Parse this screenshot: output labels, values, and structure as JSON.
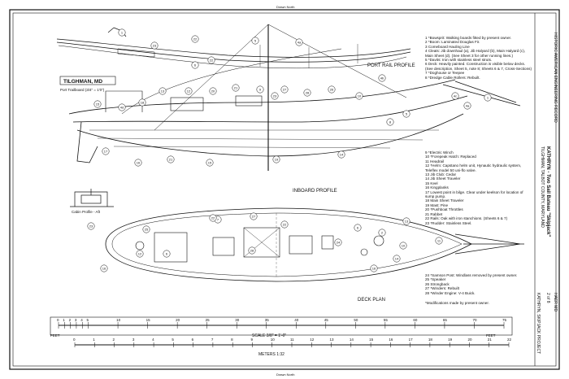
{
  "header": {
    "north_mark": "Drawn North",
    "south_mark": "Drawn North"
  },
  "titles": {
    "location": "TILGHMAN, MD",
    "trailboard": "Port Trailboard (3/4\" = 1'0\")",
    "port_rail": "PORT RAIL PROFILE",
    "inboard": "INBOARD PROFILE",
    "cabin": "Cabin Profile - Aft",
    "deck": "DECK PLAN"
  },
  "notes_group1": [
    "1  *Bowsprit: Walking boards fitted by present owner.",
    "2  *Boom: Laminated Douglas Fir.",
    "3  Comeboard Hauling Line",
    "4  Cleats: Jib downhaul (a), Jib Halyard (b), Main Halyard (c), Main Sheet (d). (See Sheet 3 for other running lines.)",
    "5  *Davits: Iron with stainless steel struts.",
    "6  Deck: Heavily painted. Construction is visible below decks. (See description, Sheet 5, note 8; Sheets 6 & 7, Cross-Sections)",
    "7  *Doghouse or Teepee",
    "8  *Dredge Cable Rollers: Rebuilt."
  ],
  "notes_group2": [
    "9  *Electric Winch",
    "10 *Forepeak Hatch: Replaced",
    "11  Headrail",
    "12 *Helm: Capstano helm unit, Hynautic hydraulic system, Teleflex model 50 uni-flo valve.",
    "13  Jib Club: Cedar",
    "14  Jib Sheet Traveler",
    "15  Keel",
    "16  Kingplanks",
    "17  Lowest point in bilge. Clear under keelson for location of sump pump.",
    "18  Main Sheet Traveler",
    "19  Mast: Pine",
    "20 *Pushboat Throttles",
    "21  Rabbet",
    "22  Rails: Oak with iron stanchions. (Sheets 6 & 7)",
    "23 *Rudder: Stainless Steel."
  ],
  "notes_group3": [
    "24 *Samson Post: Windlass removed by present owner.",
    "25 *Speaker",
    "26  Strongback",
    "27 *Winders: Rebuilt",
    "28 *Winder Engine: V-4 Buick."
  ],
  "notes_footer": "*Modifications made by present owner.",
  "scale": {
    "feet_label": "SCALE 3/8\" = 1'-0\"",
    "feet_word": "FEET",
    "meters_label": "METERS 1:32",
    "feet_ticks": [
      "0",
      "1",
      "2",
      "3",
      "4",
      "5",
      "10",
      "15",
      "20",
      "25",
      "30",
      "35",
      "40",
      "45",
      "50",
      "55",
      "60",
      "65",
      "70",
      "75"
    ],
    "meter_ticks": [
      "0",
      "1",
      "2",
      "3",
      "4",
      "5",
      "6",
      "7",
      "8",
      "9",
      "10",
      "11",
      "12",
      "13",
      "14",
      "15",
      "16",
      "17",
      "18",
      "19",
      "20",
      "21",
      "22"
    ]
  },
  "title_block": {
    "vessel": "KATHRYN - Two Sail Bateau \"Skipjack\"",
    "location": "TILGHMAN, TALBOT COUNTY, MARYLAND",
    "survey": "HISTORIC AMERICAN ENGINEERING RECORD",
    "sheet": "2 of 8",
    "project": "KATHRYN, SKIPJACK PROJECT",
    "code": "HAER MD"
  },
  "callouts": {
    "rail": [
      "1",
      "22",
      "5",
      "23",
      "6",
      "22",
      "4a",
      "4b"
    ],
    "inboard": [
      "15",
      "4d",
      "18",
      "13",
      "12",
      "20",
      "21",
      "9",
      "23",
      "27",
      "28",
      "26",
      "10",
      "19",
      "8",
      "5",
      "17",
      "16",
      "21",
      "15",
      "14",
      "1",
      "4c",
      "4a"
    ],
    "deck": [
      "23",
      "16",
      "25",
      "12",
      "6",
      "7",
      "27",
      "22",
      "28",
      "24",
      "11",
      "13",
      "14",
      "16",
      "2",
      "6",
      "10",
      "22"
    ]
  },
  "colors": {
    "ink": "#111111",
    "paper": "#ffffff"
  }
}
